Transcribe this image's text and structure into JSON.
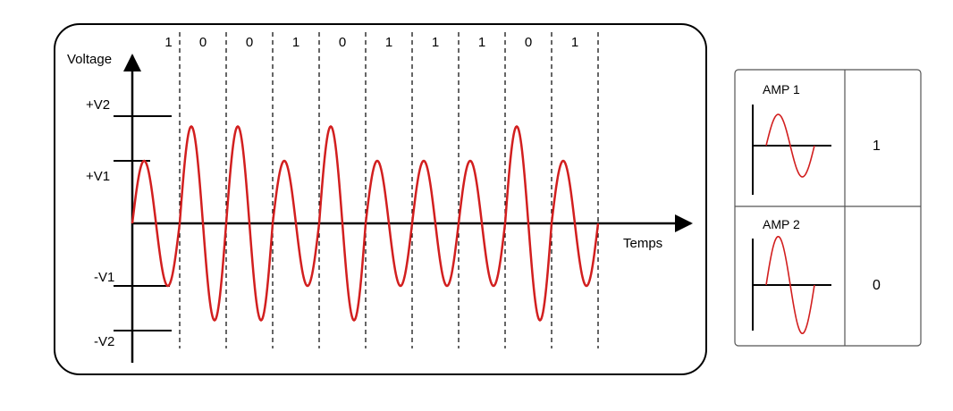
{
  "diagram": {
    "y_axis_label": "Voltage",
    "x_axis_label": "Temps",
    "levels": {
      "pos_v2": "+V2",
      "pos_v1": "+V1",
      "neg_v1": "-V1",
      "neg_v2": "-V2"
    },
    "bits": [
      "1",
      "0",
      "0",
      "1",
      "0",
      "1",
      "1",
      "1",
      "0",
      "1"
    ],
    "amplitude_ratio": 1.55,
    "cycles_per_bit": 1
  },
  "legend": {
    "rows": [
      {
        "title": "AMP 1",
        "value": "1",
        "amplitude_level": "V1"
      },
      {
        "title": "AMP 2",
        "value": "0",
        "amplitude_level": "V2"
      }
    ]
  },
  "colors": {
    "wave": "#d21f1f",
    "line": "#000000",
    "frame": "#000000",
    "legend_border": "#555555"
  }
}
